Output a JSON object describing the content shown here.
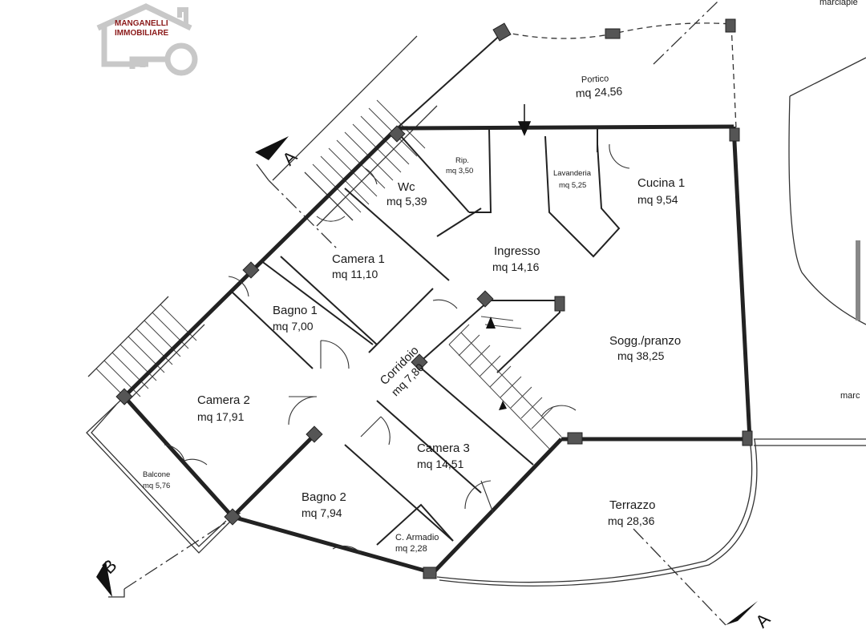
{
  "logo": {
    "line1": "MANGANELLI",
    "line2": "IMMOBILIARE",
    "brand_color": "#8b1a1a",
    "icon": "house-key-icon"
  },
  "edge_labels": {
    "top_right": "marciapie",
    "right": "marc"
  },
  "section_markers": {
    "a_top": "A",
    "a_bottom": "A",
    "b": "B"
  },
  "rooms": {
    "portico": {
      "name": "Portico",
      "area": "mq 24,56"
    },
    "ripostiglio": {
      "name": "Rip.",
      "area": "mq 3,50"
    },
    "wc": {
      "name": "Wc",
      "area": "mq 5,39"
    },
    "lavanderia": {
      "name": "Lavanderia",
      "area": "mq 5,25"
    },
    "cucina": {
      "name": "Cucina 1",
      "area": "mq 9,54"
    },
    "ingresso": {
      "name": "Ingresso",
      "area": "mq 14,16"
    },
    "camera1": {
      "name": "Camera 1",
      "area": "mq 11,10"
    },
    "bagno1": {
      "name": "Bagno 1",
      "area": "mq 7,00"
    },
    "corridoio": {
      "name": "Corridoio",
      "area": "mq 7,80"
    },
    "soggiorno": {
      "name": "Sogg./pranzo",
      "area": "mq 38,25"
    },
    "camera2": {
      "name": "Camera 2",
      "area": "mq 17,91"
    },
    "camera3": {
      "name": "Camera 3",
      "area": "mq 14,51"
    },
    "balcone": {
      "name": "Balcone",
      "area": "mq 5,76"
    },
    "bagno2": {
      "name": "Bagno 2",
      "area": "mq 7,94"
    },
    "armadio": {
      "name": "C. Armadio",
      "area": "mq 2,28"
    },
    "terrazzo": {
      "name": "Terrazzo",
      "area": "mq 28,36"
    }
  }
}
